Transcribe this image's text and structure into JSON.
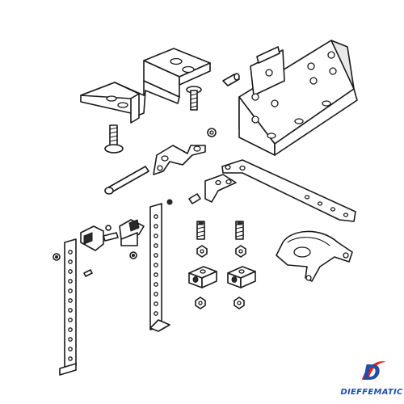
{
  "brand": {
    "name": "DIEFFEMATIC",
    "mark_letter": "D",
    "colors": {
      "blue": "#1f4fa8",
      "red": "#e2231a",
      "orange": "#f39200"
    }
  },
  "drawing": {
    "ink_color": "#1a1a1a",
    "background": "#ffffff",
    "parts": [
      "double-bracket-plate",
      "angle-bracket",
      "bolt",
      "small-pin",
      "washer",
      "long-bolt",
      "small-bracket",
      "nut",
      "long-flat-arm",
      "small-arm",
      "grub-screw",
      "clamp-block",
      "perforated-strip",
      "u-clip",
      "ring-clamp"
    ]
  }
}
